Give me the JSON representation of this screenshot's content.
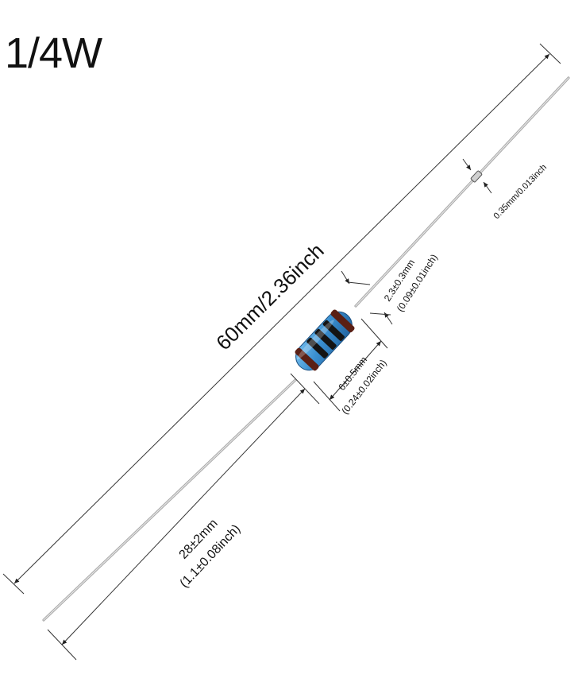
{
  "title": "1/4W",
  "dimensions": {
    "overall_length": "60mm/2.36inch",
    "lead_diameter": "0.35mm/0.013inch",
    "body_diameter_mm": "2.3±0.3mm",
    "body_diameter_inch": "(0.09±0.01inch)",
    "body_length_mm": "6±0.5mm",
    "body_length_inch": "(0.24±0.02inch)",
    "lead_length_mm": "28±2mm",
    "lead_length_inch": "(1.1±0.08inch)"
  },
  "colors": {
    "body": "#3a8fd0",
    "band": "#5a1f14",
    "lead": "#b8b8b8"
  }
}
